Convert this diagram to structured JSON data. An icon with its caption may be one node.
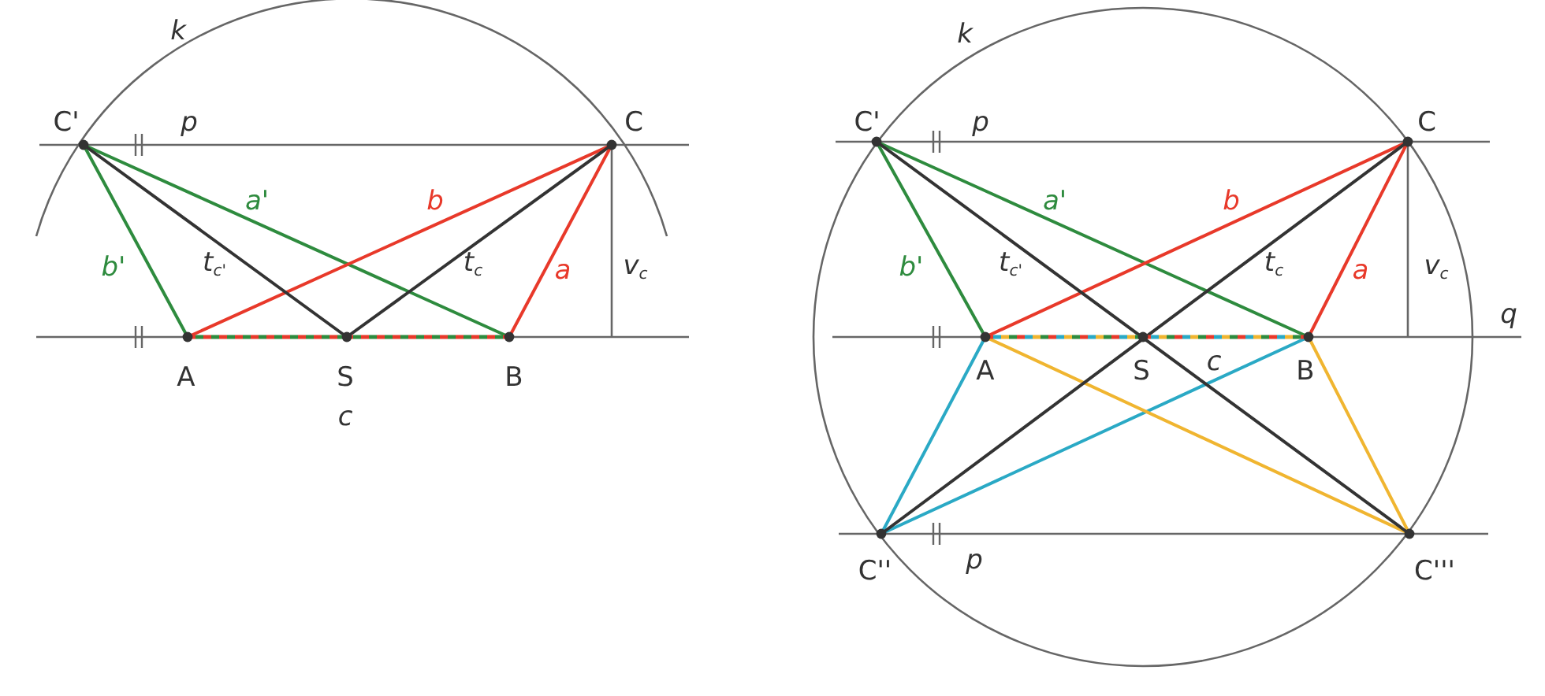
{
  "diagram": {
    "labels": [
      "k",
      "C'",
      "p",
      "C",
      "a'",
      "b",
      "b'",
      "t$_{c'}$",
      "t$_{c}$",
      "a",
      "v$_{c}$",
      "A",
      "S",
      "B",
      "c",
      "k",
      "C'",
      "p",
      "C",
      "a'",
      "b",
      "b'",
      "t$_{c'}$",
      "t$_{c}$",
      "a",
      "v$_{c}$",
      "q",
      "A",
      "S",
      "c",
      "B",
      "C''",
      "p",
      "C'''"
    ]
  }
}
